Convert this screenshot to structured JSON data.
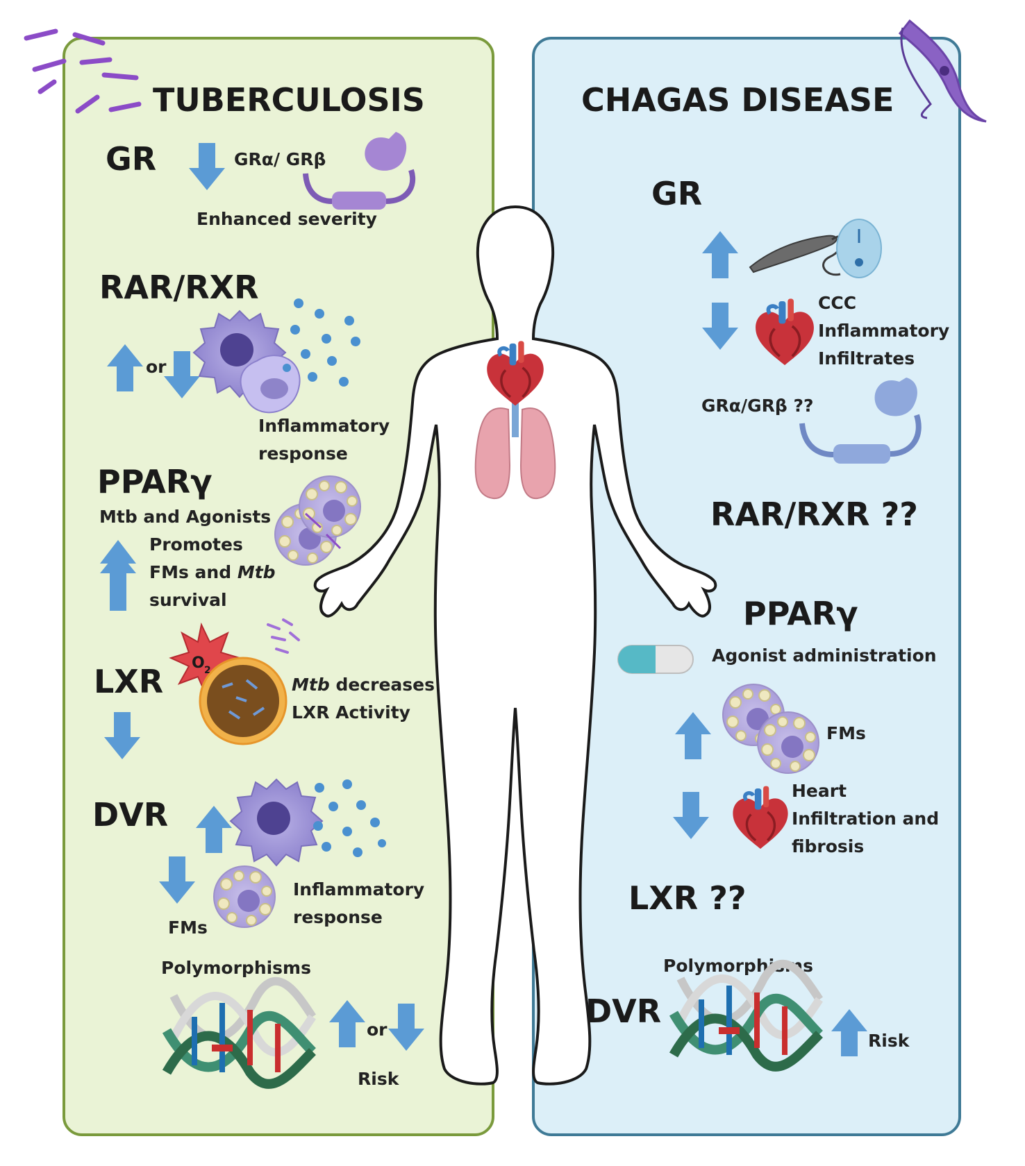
{
  "colors": {
    "tb_panel_bg": "#eaf3d6",
    "tb_panel_border": "#7a9a3c",
    "chagas_panel_bg": "#dceff8",
    "chagas_panel_border": "#3f7a96",
    "arrow": "#5b9bd5",
    "receptor": "#a586d3",
    "receptor_chagas": "#8fa8dc"
  },
  "icons": [
    "bacteria-icon",
    "trypanosome-icon",
    "receptor-icon",
    "macrophage-icon",
    "foam-cell-icon",
    "heart-icon",
    "lungs-icon",
    "dna-icon",
    "pill-icon",
    "reactive-oxygen-icon",
    "human-silhouette-icon"
  ],
  "tuberculosis": {
    "title": "TUBERCULOSIS",
    "gr": {
      "heading": "GR",
      "isoforms": "GRα/ GRβ",
      "effect": "Enhanced  severity"
    },
    "rar_rxr": {
      "heading": "RAR/RXR",
      "connector": "or",
      "effect_line1": "Inflammatory",
      "effect_line2": "response"
    },
    "ppar": {
      "heading": "PPARγ",
      "line1": "Mtb and Agonists",
      "line2": "Promotes",
      "line3_pre": "FMs and ",
      "line3_it": "Mtb",
      "line4": "survival"
    },
    "lxr": {
      "heading": "LXR",
      "ros_label": "O",
      "ros_sub": "2",
      "line1_it": "Mtb",
      "line1_rest": " decreases",
      "line2": "LXR Activity"
    },
    "dvr": {
      "heading": "DVR",
      "fms": "FMs",
      "effect_line1": "Inflammatory",
      "effect_line2": "response",
      "polymorphisms": "Polymorphisms",
      "connector": "or",
      "risk": "Risk"
    }
  },
  "chagas": {
    "title": "CHAGAS DISEASE",
    "gr": {
      "heading": "GR",
      "line1": "CCC",
      "line2": "Inflammatory",
      "line3": "Infiltrates",
      "isoforms": "GRα/GRβ ??"
    },
    "rar_rxr": {
      "heading": "RAR/RXR ??"
    },
    "ppar": {
      "heading": "PPARγ",
      "agonist": "Agonist administration",
      "fms": "FMs",
      "line1": "Heart",
      "line2": "Infiltration and",
      "line3": "fibrosis"
    },
    "lxr": {
      "heading": "LXR ??"
    },
    "dvr": {
      "polymorphisms": "Polymorphisms",
      "heading": "DVR",
      "risk": "Risk"
    }
  }
}
